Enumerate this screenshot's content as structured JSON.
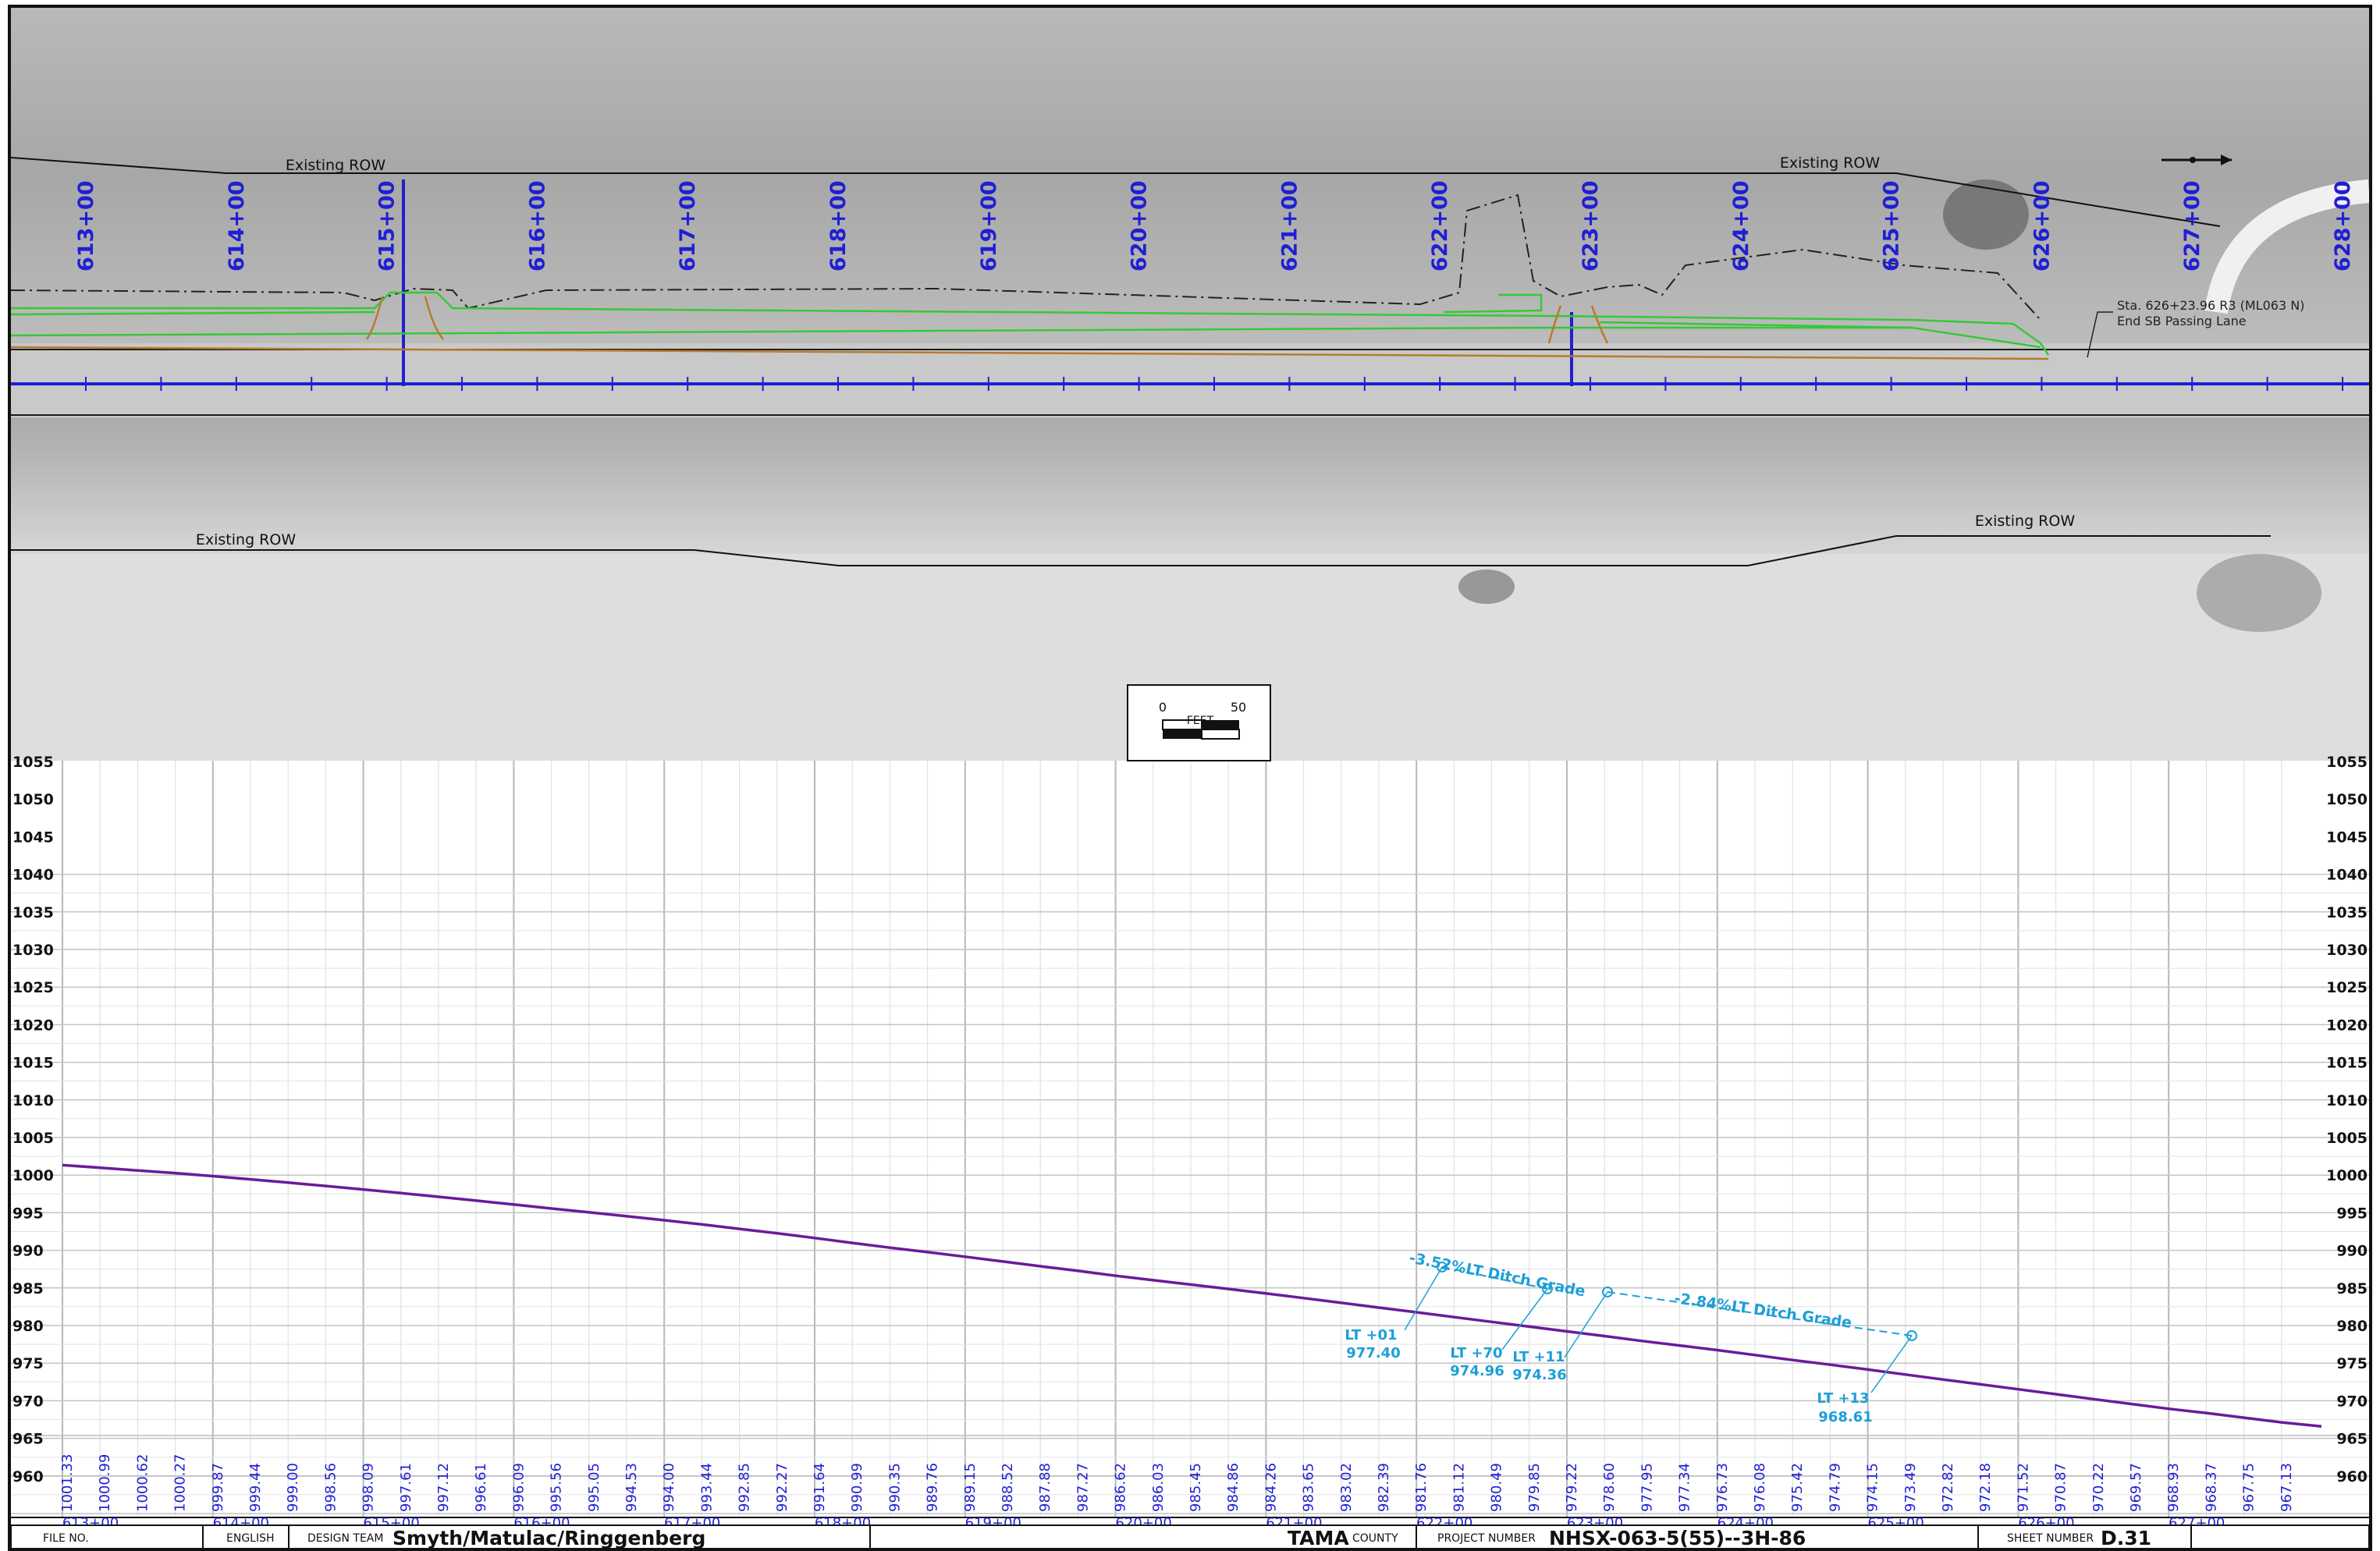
{
  "plan": {
    "stations": [
      "613+00",
      "614+00",
      "615+00",
      "616+00",
      "617+00",
      "618+00",
      "619+00",
      "620+00",
      "621+00",
      "622+00",
      "623+00",
      "624+00",
      "625+00",
      "626+00",
      "627+00",
      "628+00"
    ],
    "row_label": "Existing ROW",
    "callout_line1": "Sta. 626+23.96 R3 (ML063 N)",
    "callout_line2": "End SB Passing Lane"
  },
  "scale_bar": {
    "start": "0",
    "end": "50",
    "unit": "FEET"
  },
  "profile": {
    "elevations": [
      "1055",
      "1050",
      "1045",
      "1040",
      "1035",
      "1030",
      "1025",
      "1020",
      "1015",
      "1010",
      "1005",
      "1000",
      "995",
      "990",
      "985",
      "980",
      "975",
      "970",
      "965",
      "960"
    ],
    "bottom_elevations": [
      "1001.33",
      "1000.99",
      "1000.62",
      "1000.27",
      "999.87",
      "999.44",
      "999.00",
      "998.56",
      "998.09",
      "997.61",
      "997.12",
      "996.61",
      "996.09",
      "995.56",
      "995.05",
      "994.53",
      "994.00",
      "993.44",
      "992.85",
      "992.27",
      "991.64",
      "990.99",
      "990.35",
      "989.76",
      "989.15",
      "988.52",
      "987.88",
      "987.27",
      "986.62",
      "986.03",
      "985.45",
      "984.86",
      "984.26",
      "983.65",
      "983.02",
      "982.39",
      "981.76",
      "981.12",
      "980.49",
      "979.85",
      "979.22",
      "978.60",
      "977.95",
      "977.34",
      "976.73",
      "976.08",
      "975.42",
      "974.79",
      "974.15",
      "973.49",
      "972.82",
      "972.18",
      "971.52",
      "970.87",
      "970.22",
      "969.57",
      "968.93",
      "968.37",
      "967.75",
      "967.13"
    ],
    "bottom_stations": [
      "613+00",
      "614+00",
      "615+00",
      "616+00",
      "617+00",
      "618+00",
      "619+00",
      "620+00",
      "621+00",
      "622+00",
      "623+00",
      "624+00",
      "625+00",
      "626+00",
      "627+00"
    ],
    "grade_1": "-3.52%LT Ditch Grade",
    "grade_2": "-2.84%LT Ditch Grade",
    "points": [
      {
        "label": "LT +01",
        "elev": "977.40"
      },
      {
        "label": "LT +70",
        "elev": "974.96"
      },
      {
        "label": "LT +11",
        "elev": "974.36"
      },
      {
        "label": "LT +13",
        "elev": "968.61"
      }
    ]
  },
  "title_block": {
    "file_no_label": "FILE NO.",
    "english": "ENGLISH",
    "design_team_label": "DESIGN TEAM",
    "design_team": "Smyth/Matulac/Ringgenberg",
    "county": "TAMA",
    "county_label": "COUNTY",
    "project_number_label": "PROJECT NUMBER",
    "project_number": "NHSX-063-5(55)--3H-86",
    "sheet_number_label": "SHEET NUMBER",
    "sheet_number": "D.31"
  },
  "colors": {
    "station_blue": "#1f1fd4",
    "profile_purple": "#6a1b9a",
    "ditch_cyan": "#1c9fd8",
    "design_green": "#37c837"
  }
}
